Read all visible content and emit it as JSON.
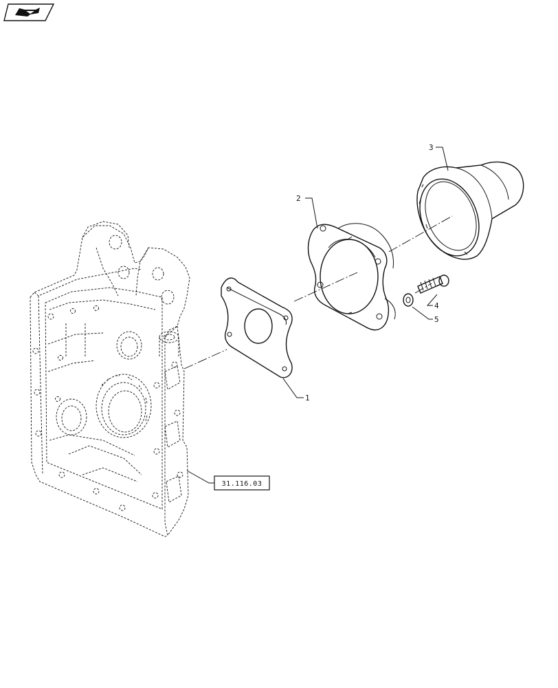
{
  "diagram": {
    "callouts": [
      {
        "id": "1",
        "label": "1"
      },
      {
        "id": "2",
        "label": "2"
      },
      {
        "id": "3",
        "label": "3"
      },
      {
        "id": "4",
        "label": "4"
      },
      {
        "id": "5",
        "label": "5"
      }
    ],
    "reference": {
      "label": "31.116.03"
    }
  },
  "icons": {
    "nav": "book-page-arrow-icon"
  }
}
